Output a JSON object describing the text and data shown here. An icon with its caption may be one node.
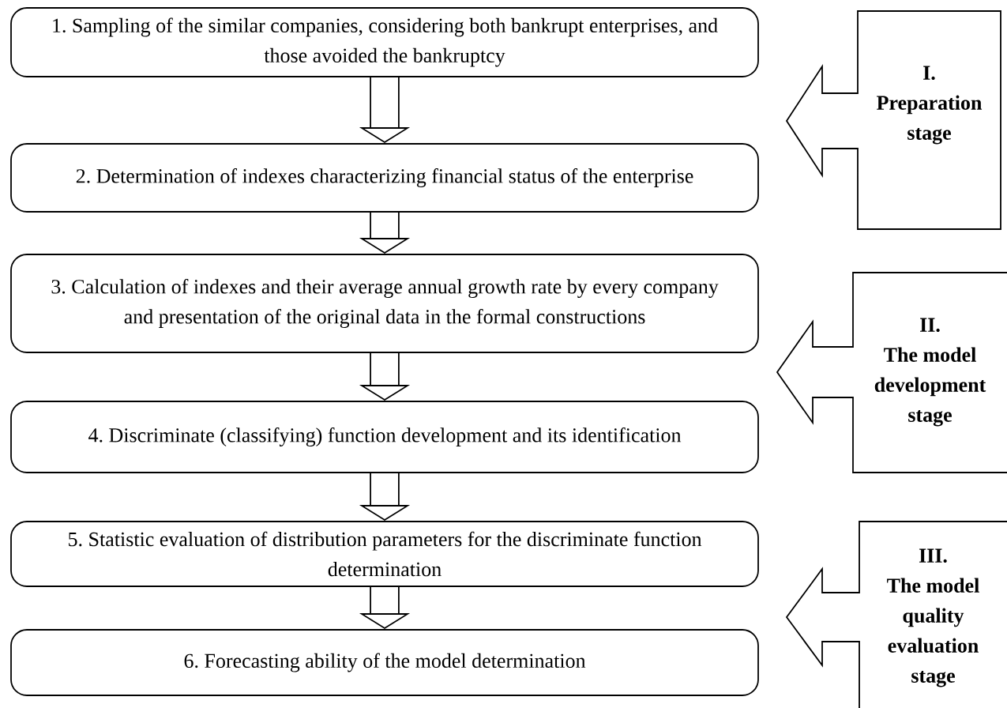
{
  "diagram": {
    "nodes": [
      {
        "text": [
          "1. Sampling of the similar companies, considering both bankrupt enterprises, and those avoided the bankruptcy"
        ]
      },
      {
        "text": [
          "2. Determination of indexes characterizing financial status of the enterprise"
        ]
      },
      {
        "text": [
          "3. Calculation of indexes and their average annual growth rate by every company and presentation of the original data in the formal constructions"
        ]
      },
      {
        "text": [
          "4. Discriminate (classifying) function development and its identification"
        ]
      },
      {
        "text": [
          "5. Statistic evaluation of distribution parameters for the discriminate function determination"
        ]
      },
      {
        "text": [
          "6. Forecasting ability of the model determination"
        ]
      },
      {
        "text": [
          "I.",
          "Preparation stage"
        ]
      },
      {
        "text": [
          "II.",
          "The model development stage"
        ]
      },
      {
        "text": [
          "III.",
          "The model quality evaluation stage"
        ]
      }
    ],
    "edges": [
      {
        "from": 0,
        "to": 1,
        "arrow": "to"
      },
      {
        "from": 1,
        "to": 2,
        "arrow": "to"
      },
      {
        "from": 2,
        "to": 3,
        "arrow": "to"
      },
      {
        "from": 3,
        "to": 4,
        "arrow": "to"
      },
      {
        "from": 4,
        "to": 5,
        "arrow": "to"
      }
    ]
  }
}
